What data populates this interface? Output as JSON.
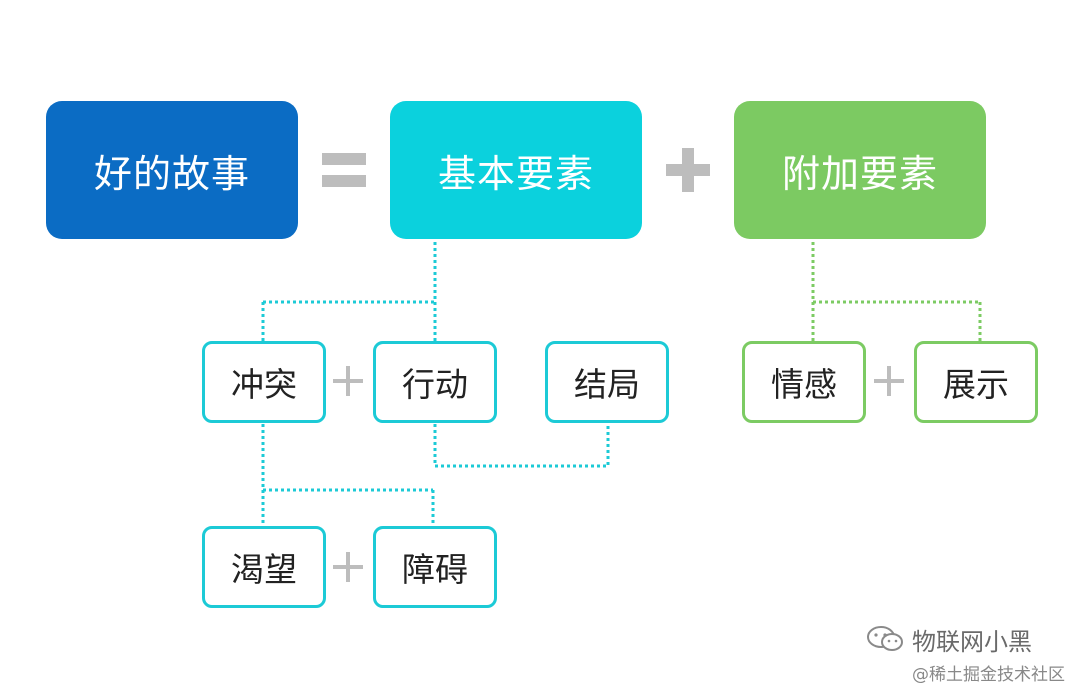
{
  "nodes": {
    "good_story": "好的故事",
    "basic_elements": "基本要素",
    "additional_elements": "附加要素",
    "conflict": "冲突",
    "action": "行动",
    "ending": "结局",
    "emotion": "情感",
    "display": "展示",
    "desire": "渴望",
    "obstacle": "障碍"
  },
  "operators": {
    "equals": "=",
    "plus": "+"
  },
  "colors": {
    "good_story": "#0b6cc4",
    "basic": "#0bd1dd",
    "additional": "#7cca62",
    "teal_line": "#1ccad6",
    "green_line": "#7ccb63",
    "operator": "#bdbdbd"
  },
  "watermark": {
    "account": "物联网小黑",
    "site": "@稀土掘金技术社区"
  }
}
